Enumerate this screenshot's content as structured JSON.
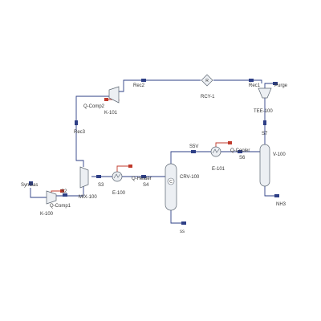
{
  "colors": {
    "material_stream": "#2e3f86",
    "energy_stream": "#c0392b",
    "unit_outline": "#5a6470",
    "background": "#ffffff"
  },
  "flowsheet": {
    "streams": {
      "syngas": "SynGas",
      "s2": "S2",
      "s3": "S3",
      "s4": "S4",
      "s5v": "S5V",
      "s6": "S6",
      "s7": "S7",
      "nh3": "NH3",
      "rec1": "Rec1",
      "rec2": "Rec2",
      "rec3": "Rec3",
      "purge": "Purge",
      "bottom": "ss"
    },
    "energy": {
      "q_comp1": "Q-Comp1",
      "q_comp2": "Q-Comp2",
      "q_heater": "Q-Heater",
      "q_cooler": "Q-Cooler"
    },
    "units": {
      "k100": "K-100",
      "k101": "K-101",
      "mix100": "MIX-100",
      "e100": "E-100",
      "crv100": "CRV-100",
      "e101": "E-101",
      "v100": "V-100",
      "tee100": "TEE-100",
      "rcy1": "RCY-1"
    }
  }
}
